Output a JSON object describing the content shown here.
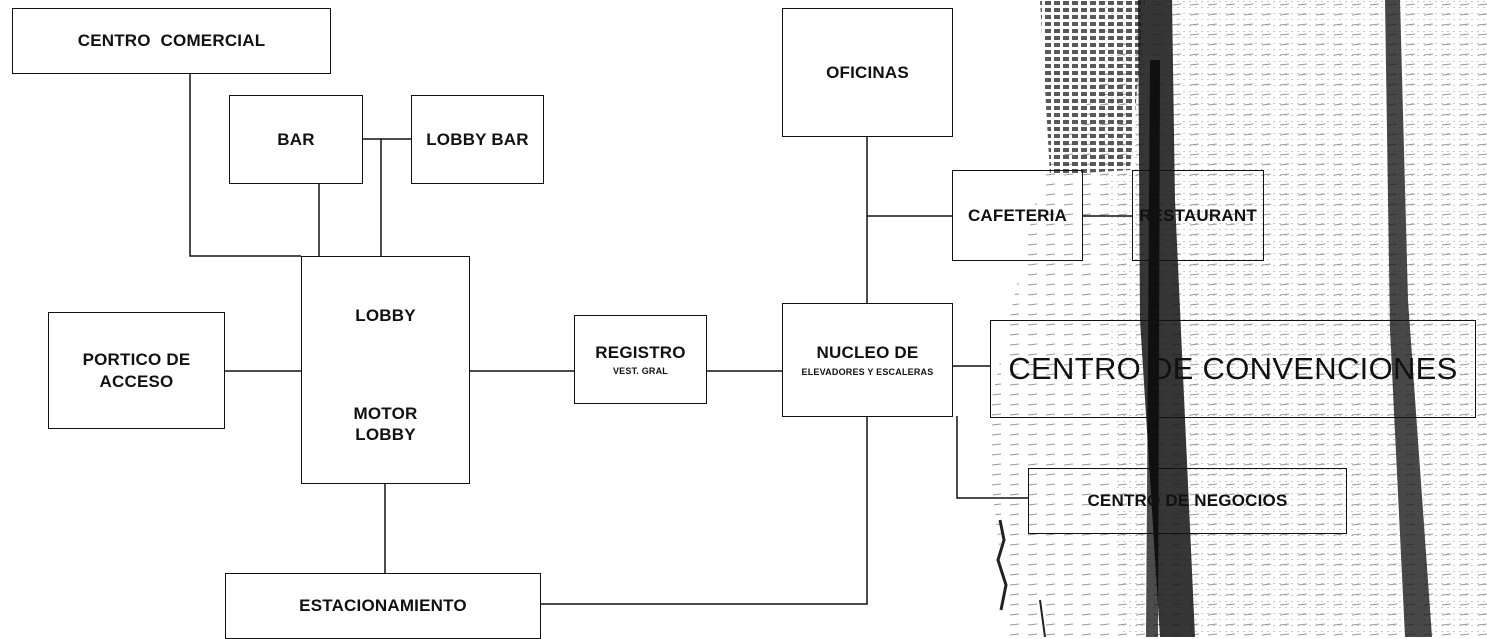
{
  "diagram": {
    "nodes": {
      "centro_comercial": "CENTRO  COMERCIAL",
      "bar": "BAR",
      "lobby_bar": "LOBBY BAR",
      "lobby": "LOBBY",
      "motor_lobby": "MOTOR LOBBY",
      "portico": "PORTICO DE ACCESO",
      "registro": "REGISTRO",
      "registro_sub": "VEST. GRAL",
      "nucleo": "NUCLEO DE",
      "nucleo_sub": "ELEVADORES Y ESCALERAS",
      "oficinas": "OFICINAS",
      "cafeteria": "CAFETERIA",
      "restaurant": "RESTAURANT",
      "centro_convenciones": "CENTRO DE CONVENCIONES",
      "centro_negocios": "CENTRO DE NEGOCIOS",
      "estacionamiento": "ESTACIONAMIENTO"
    },
    "edges": [
      [
        "centro_comercial",
        "lobby"
      ],
      [
        "bar",
        "lobby"
      ],
      [
        "bar",
        "lobby_bar"
      ],
      [
        "lobby_bar",
        "lobby"
      ],
      [
        "portico",
        "lobby"
      ],
      [
        "lobby",
        "registro"
      ],
      [
        "registro",
        "nucleo"
      ],
      [
        "nucleo",
        "oficinas"
      ],
      [
        "nucleo",
        "cafeteria"
      ],
      [
        "cafeteria",
        "restaurant"
      ],
      [
        "nucleo",
        "centro_convenciones"
      ],
      [
        "nucleo",
        "centro_negocios"
      ],
      [
        "motor_lobby",
        "estacionamiento"
      ],
      [
        "estacionamiento",
        "nucleo"
      ]
    ]
  },
  "colors": {
    "line": "#111111",
    "box_border": "#111111",
    "background": "#ffffff",
    "photo_ink": "#2a2a2a"
  }
}
